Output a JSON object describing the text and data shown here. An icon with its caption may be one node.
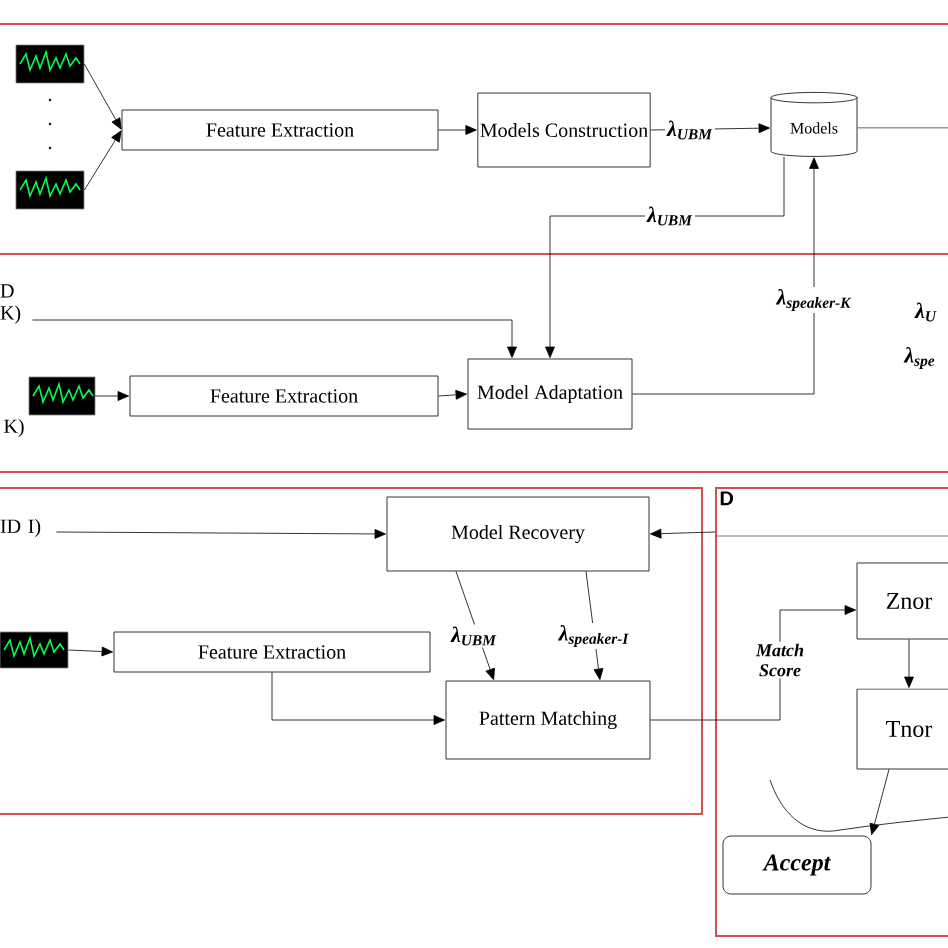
{
  "diagram": {
    "nodes": [
      {
        "text": [],
        "shape": "picture"
      },
      {
        "text": [],
        "shape": "picture"
      },
      {
        "text": [
          "Feature Extraction"
        ]
      },
      {
        "text": [
          "Models Construction"
        ]
      },
      {
        "text": [
          "Models"
        ]
      },
      {
        "text": [
          "D K)"
        ]
      },
      {
        "text": [],
        "shape": "picture"
      },
      {
        "text": [
          "Feature Extraction"
        ]
      },
      {
        "text": [
          "Model Adaptation"
        ]
      },
      {
        "text": [
          "ID I)"
        ]
      },
      {
        "text": [
          "Model Recovery"
        ]
      },
      {
        "text": [],
        "shape": "picture"
      },
      {
        "text": [
          "Feature Extraction"
        ]
      },
      {
        "text": [
          "Pattern Matching"
        ]
      },
      {
        "text": [
          "D"
        ]
      },
      {
        "text": [
          "Znor"
        ],
        "in": 14
      },
      {
        "text": [
          "Tnor"
        ],
        "in": 14
      },
      {
        "text": [
          "Accept"
        ],
        "in": 14
      }
    ],
    "edges": [
      {
        "from": 0,
        "to": 2,
        "arrow": "to"
      },
      {
        "from": 1,
        "to": 2,
        "arrow": "to"
      },
      {
        "from": 2,
        "to": 3,
        "arrow": "to"
      },
      {
        "from": 3,
        "to": 4,
        "arrow": "to",
        "label": "λ$_{UBM}$"
      },
      {
        "from": 4,
        "to": null,
        "arrow": "none"
      },
      {
        "from": 4,
        "to": 8,
        "arrow": "to",
        "label": "λ$_{UBM}$"
      },
      {
        "from": 5,
        "to": 8,
        "arrow": "to"
      },
      {
        "from": 6,
        "to": 7,
        "arrow": "to"
      },
      {
        "from": 7,
        "to": 8,
        "arrow": "to"
      },
      {
        "from": 8,
        "to": 4,
        "arrow": "to",
        "label": "λ$_{speaker-K}$"
      },
      {
        "from": 9,
        "to": 10,
        "arrow": "to"
      },
      {
        "from": 14,
        "to": 10,
        "arrow": "to"
      },
      {
        "from": 10,
        "to": 13,
        "arrow": "to",
        "label": "λ$_{UBM}$"
      },
      {
        "from": 10,
        "to": 13,
        "arrow": "to",
        "label": "λ$_{speaker-I}$"
      },
      {
        "from": 11,
        "to": 12,
        "arrow": "to"
      },
      {
        "from": 12,
        "to": 13,
        "arrow": "to"
      },
      {
        "from": 13,
        "to": 15,
        "arrow": "to",
        "label": "Match Score"
      },
      {
        "from": 15,
        "to": 16,
        "arrow": "to"
      },
      {
        "from": 16,
        "to": 17,
        "arrow": "to"
      }
    ],
    "labels": [
      ".",
      ".",
      ".",
      "K)",
      "λ$_{U}$",
      "λ$_{spe}$"
    ]
  }
}
